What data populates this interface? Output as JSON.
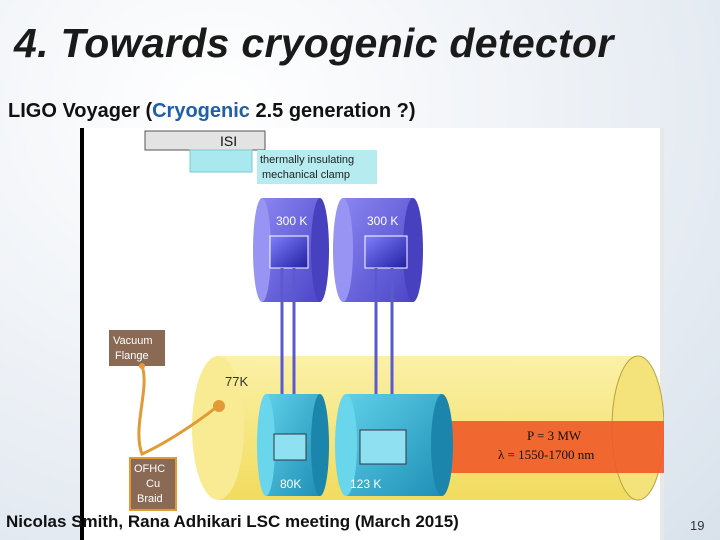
{
  "slide": {
    "title": "4. Towards cryogenic detector",
    "subtitle_prefix": "LIGO Voyager (",
    "subtitle_highlight": "Cryogenic",
    "subtitle_suffix": " 2.5 generation ?)",
    "footer": "Nicolas Smith, Rana Adhikari LSC meeting (March 2015)",
    "page_number": "19",
    "colors": {
      "highlight": "#1f5fa8"
    }
  },
  "diagram": {
    "isi_label": "ISI",
    "clamp_line1": "thermally insulating",
    "clamp_line2": "mechanical clamp",
    "cyl_left_top": "300 K",
    "cyl_right_top": "300 K",
    "vacuum_line1": "Vacuum",
    "vacuum_line2": "Flange",
    "shield_label": "77K",
    "mass_left_label": "80K",
    "mass_right_label": "123 K",
    "braid_line1": "OFHC",
    "braid_line2": "Cu",
    "braid_line3": "Braid",
    "power_label": "P = 3 MW",
    "wavelength_label": "λ = 1550-1700 nm",
    "colors": {
      "warm": "#6a63e6",
      "shield": "#f7e98a",
      "cold": "#38b8d8",
      "laser": "#f05a28",
      "label_box": "#8a6a55"
    }
  }
}
